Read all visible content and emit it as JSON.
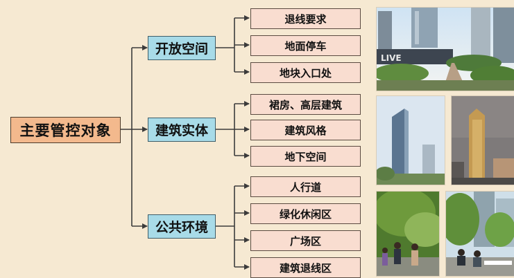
{
  "root": {
    "label": "主要管控对象"
  },
  "categories": [
    {
      "label": "开放空间",
      "items": [
        "退线要求",
        "地面停车",
        "地块入口处"
      ]
    },
    {
      "label": "建筑实体",
      "items": [
        "裙房、高层建筑",
        "建筑风格",
        "地下空间"
      ]
    },
    {
      "label": "公共环境",
      "items": [
        "人行道",
        "绿化休闲区",
        "广场区",
        "建筑退线区"
      ]
    }
  ],
  "colors": {
    "background": "#f6e9d2",
    "root_fill": "#f3b98d",
    "category_fill": "#a8dbe8",
    "leaf_fill": "#f9ddd0",
    "line": "#3b3b3b"
  },
  "photos": [
    {
      "icon": "street-boulevard-photo"
    },
    {
      "icon": "office-tower-photo-1"
    },
    {
      "icon": "office-tower-photo-2"
    },
    {
      "icon": "park-pedestrians-photo"
    },
    {
      "icon": "plaza-seating-photo"
    }
  ]
}
